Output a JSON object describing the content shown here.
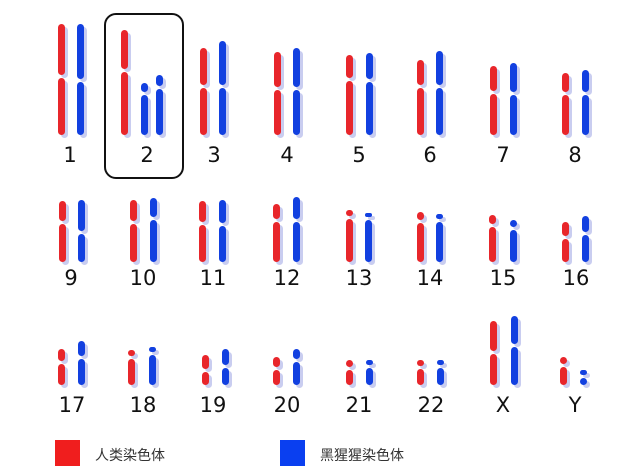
{
  "colors": {
    "human": "#e8262b",
    "chimp": "#1240e0"
  },
  "chromosome_labels": [
    "1",
    "2",
    "3",
    "4",
    "5",
    "6",
    "7",
    "8",
    "9",
    "10",
    "11",
    "12",
    "13",
    "14",
    "15",
    "16",
    "17",
    "18",
    "19",
    "20",
    "21",
    "22",
    "X",
    "Y"
  ],
  "highlighted": "2",
  "legend": [
    {
      "label": "人类染色体",
      "color": "#f01e1e"
    },
    {
      "label": "黑猩猩染色体",
      "color": "#0a3ff0"
    }
  ]
}
